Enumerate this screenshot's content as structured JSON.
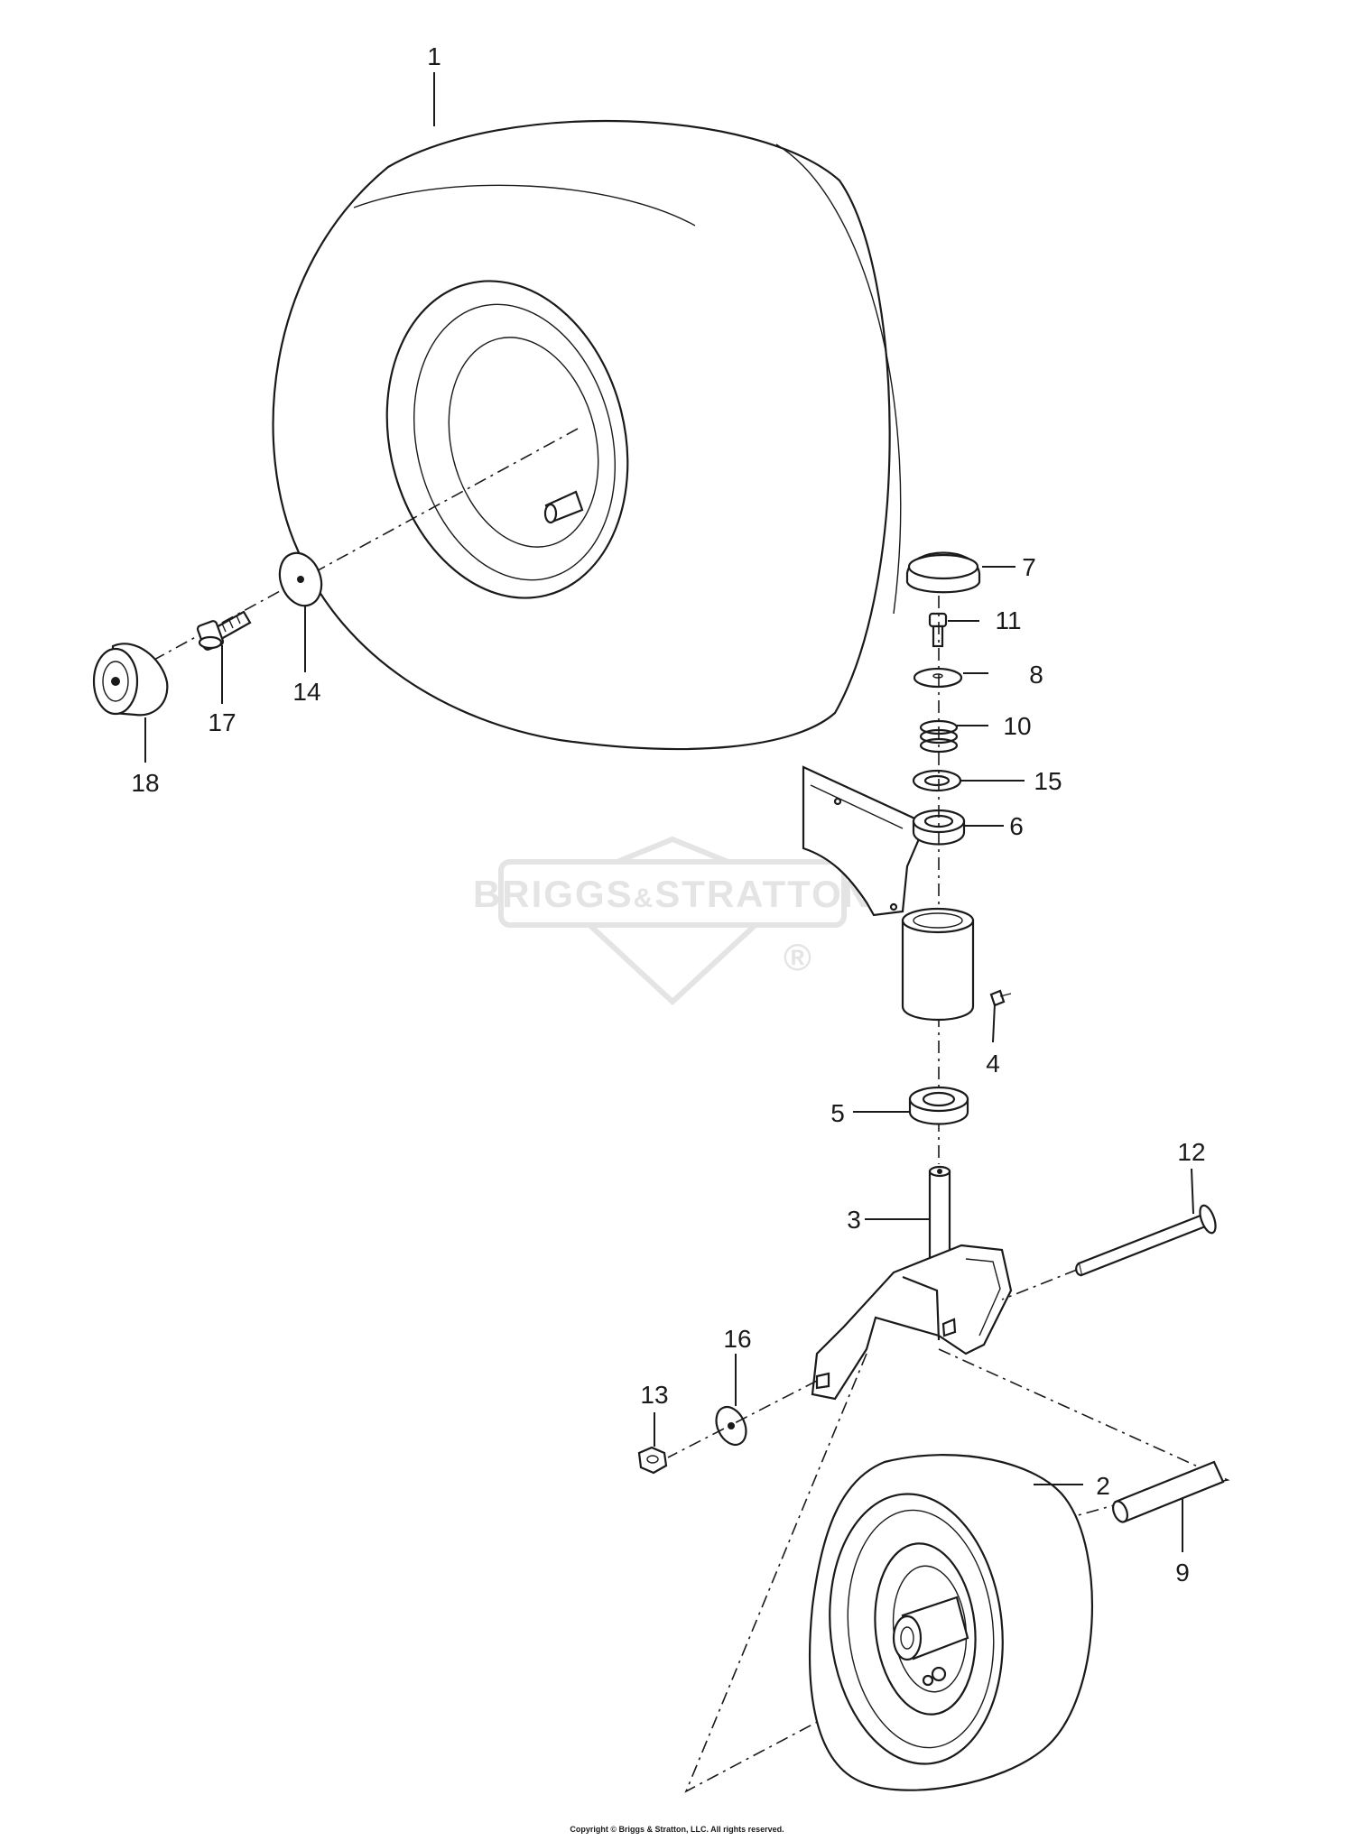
{
  "callouts": [
    {
      "id": "1",
      "label": "1"
    },
    {
      "id": "2",
      "label": "2"
    },
    {
      "id": "3",
      "label": "3"
    },
    {
      "id": "4",
      "label": "4"
    },
    {
      "id": "5",
      "label": "5"
    },
    {
      "id": "6",
      "label": "6"
    },
    {
      "id": "7",
      "label": "7"
    },
    {
      "id": "8",
      "label": "8"
    },
    {
      "id": "9",
      "label": "9"
    },
    {
      "id": "10",
      "label": "10"
    },
    {
      "id": "11",
      "label": "11"
    },
    {
      "id": "12",
      "label": "12"
    },
    {
      "id": "13",
      "label": "13"
    },
    {
      "id": "14",
      "label": "14"
    },
    {
      "id": "15",
      "label": "15"
    },
    {
      "id": "16",
      "label": "16"
    },
    {
      "id": "17",
      "label": "17"
    },
    {
      "id": "18",
      "label": "18"
    }
  ],
  "watermark": {
    "left": "BRIGGS",
    "amp": "&",
    "right": "STRATTON",
    "reg": "®"
  },
  "copyright": "Copyright © Briggs & Stratton, LLC. All rights reserved.",
  "colors": {
    "line": "#1a1a1a",
    "watermark": "#e4e4e4"
  }
}
